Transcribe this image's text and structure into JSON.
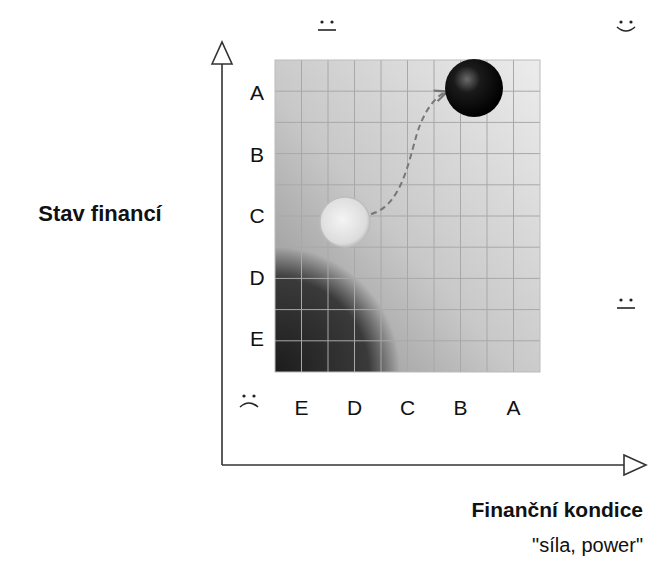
{
  "diagram": {
    "labels": [
      "Stav financí",
      "A",
      "B",
      "C",
      "D",
      "E",
      "E",
      "D",
      "C",
      "B",
      "A",
      "Finanční kondice",
      "\"síla, power\""
    ]
  }
}
